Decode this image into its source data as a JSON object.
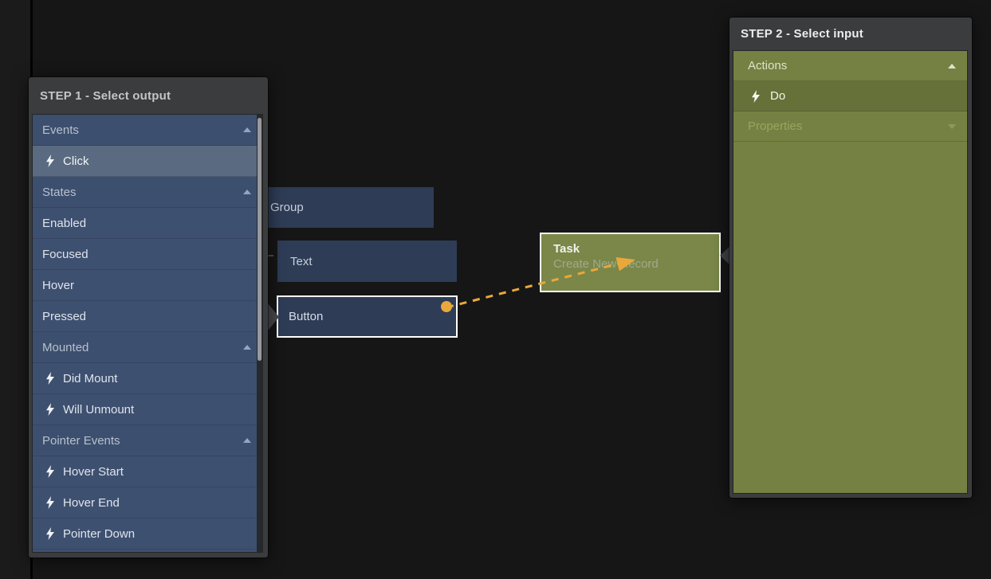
{
  "colors": {
    "accent_orange": "#e9a83b",
    "node_blue": "#2e3c56",
    "section_blue": "#3d4f6e",
    "selected_row_blue": "#5a6a80",
    "task_green": "#7a8749",
    "panel_green": "#748142",
    "selected_row_green": "#657138",
    "panel_frame_gray": "#3a3c3e",
    "canvas_background": "#161616",
    "node_selection_border": "#ffffff"
  },
  "step1": {
    "title": "STEP 1 - Select output",
    "rows": [
      {
        "label": "Events",
        "type": "section",
        "arrow": "up"
      },
      {
        "label": "Click",
        "type": "item",
        "icon": "lightning",
        "selected": true
      },
      {
        "label": "States",
        "type": "section",
        "arrow": "up"
      },
      {
        "label": "Enabled",
        "type": "item"
      },
      {
        "label": "Focused",
        "type": "item"
      },
      {
        "label": "Hover",
        "type": "item"
      },
      {
        "label": "Pressed",
        "type": "item"
      },
      {
        "label": "Mounted",
        "type": "section",
        "arrow": "up"
      },
      {
        "label": "Did Mount",
        "type": "item",
        "icon": "lightning"
      },
      {
        "label": "Will Unmount",
        "type": "item",
        "icon": "lightning"
      },
      {
        "label": "Pointer Events",
        "type": "section",
        "arrow": "up"
      },
      {
        "label": "Hover Start",
        "type": "item",
        "icon": "lightning"
      },
      {
        "label": "Hover End",
        "type": "item",
        "icon": "lightning"
      },
      {
        "label": "Pointer Down",
        "type": "item",
        "icon": "lightning"
      }
    ]
  },
  "step2": {
    "title": "STEP 2 - Select input",
    "rows": [
      {
        "label": "Actions",
        "type": "section",
        "arrow": "up"
      },
      {
        "label": "Do",
        "type": "item",
        "icon": "lightning",
        "selected": true
      },
      {
        "label": "Properties",
        "type": "section",
        "arrow": "down",
        "dim": true
      }
    ]
  },
  "canvas_nodes": {
    "group": {
      "label": "Group"
    },
    "text": {
      "label": "Text"
    },
    "button": {
      "label": "Button",
      "selected": true
    },
    "task": {
      "title": "Task",
      "subtitle": "Create New Record",
      "selected": true
    }
  }
}
